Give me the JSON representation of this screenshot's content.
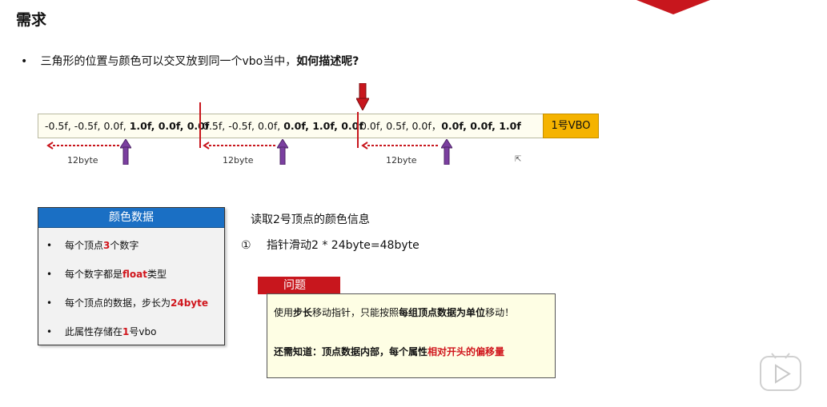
{
  "page": {
    "title": "需求",
    "bullet": {
      "text": "三角形的位置与颜色可以交叉放到同一个vbo当中，",
      "bold": "如何描述呢?"
    }
  },
  "vbo": {
    "segments": [
      {
        "parts": [
          "-0.5f, -0.5f, 0.0f, ",
          "1.0f, 0.0f, 0.0f"
        ]
      },
      {
        "parts": [
          "0.5f, -0.5f, 0.0f, ",
          "0.0f, 1.0f, 0.0f"
        ]
      },
      {
        "parts": [
          "0.0f,  0.5f, 0.0f，",
          "0.0f,  0.0f, 1.0f"
        ]
      }
    ],
    "label": "1号VBO",
    "byte_labels": [
      "12byte",
      "12byte",
      "12byte"
    ]
  },
  "color_box": {
    "header": "颜色数据",
    "items": [
      {
        "pre": "每个顶点",
        "hl": "3",
        "post": "个数字"
      },
      {
        "pre": "每个数字都是",
        "hl": "float",
        "post": "类型"
      },
      {
        "pre": "每个顶点的数据，步长为",
        "hl": "24byte",
        "post": ""
      },
      {
        "pre": "此属性存储在",
        "hl": "1",
        "post": "号vbo"
      }
    ]
  },
  "read": {
    "title": "读取2号顶点的颜色信息",
    "step_num": "①",
    "step_text": "指针滑动2 * 24byte=48byte"
  },
  "question": {
    "tab": "问题",
    "line1": {
      "a": "使用",
      "b": "步长",
      "c": "移动指针，只能按照",
      "d": "每组顶点数据为单位",
      "e": "移动！"
    },
    "line2": {
      "a": "还需知道：顶点数据内部，每个属性",
      "b": "相对开头的偏移量"
    }
  },
  "colors": {
    "accent_red": "#c8161d",
    "header_blue": "#1a6fc4",
    "vbo_yellow": "#f5b300",
    "arrow_purple": "#7b3fa0"
  },
  "icons": [
    "down-arrow-icon",
    "up-arrow-icon",
    "dotted-left-arrow-icon",
    "cursor-icon",
    "play-icon"
  ]
}
